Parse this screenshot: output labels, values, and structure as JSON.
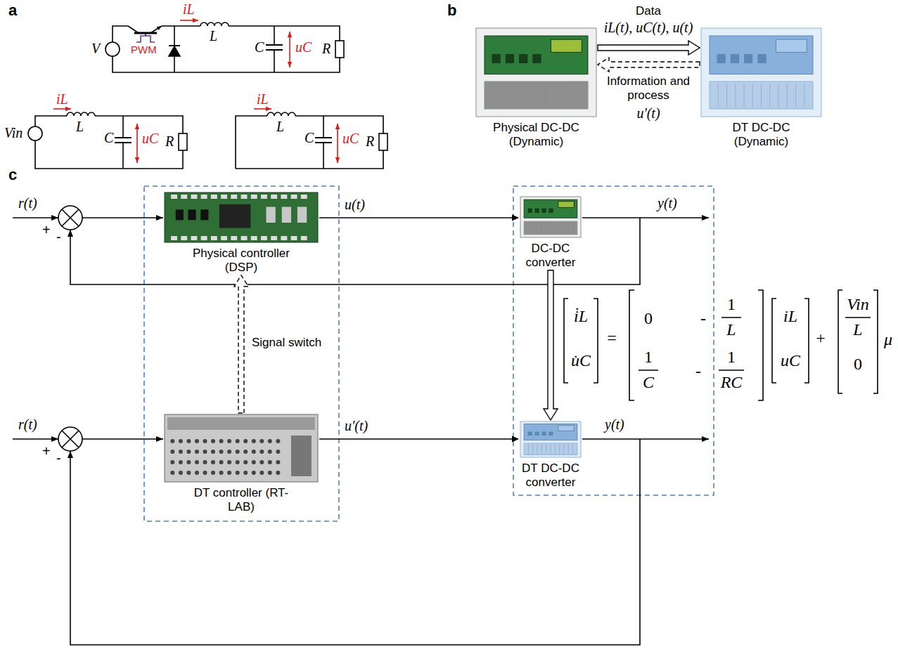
{
  "diagram": {
    "nodes": [
      {
        "text": [
          "Physical DC-DC (Dynamic)"
        ]
      },
      {
        "text": [
          "DT DC-DC (Dynamic)"
        ]
      },
      {
        "text": [
          "Physical controller (DSP)"
        ]
      },
      {
        "text": [
          "DC-DC converter"
        ]
      },
      {
        "text": [
          "DT controller (RT-LAB)"
        ]
      },
      {
        "text": [
          "DT DC-DC converter"
        ]
      }
    ],
    "edges": [
      {
        "from": 0,
        "to": 1,
        "arrow": "to",
        "label": "Data"
      },
      {
        "from": 1,
        "to": 0,
        "arrow": "to",
        "label": "Information and process"
      },
      {
        "from": 2,
        "to": 3,
        "arrow": "to",
        "label": "u(t)"
      },
      {
        "from": 4,
        "to": 5,
        "arrow": "to",
        "label": "u'(t)"
      },
      {
        "from": 4,
        "to": 2,
        "arrow": "to",
        "label": "Signal switch"
      },
      {
        "from": 3,
        "to": 5,
        "arrow": "to"
      }
    ],
    "labels": [
      "a",
      "V",
      "PWM",
      "iL",
      "L",
      "C",
      "uC",
      "R",
      "Vin",
      "iL",
      "L",
      "C",
      "uC",
      "R",
      "iL",
      "L",
      "C",
      "uC",
      "R",
      "b",
      "iL(t), uC(t), u(t)",
      "u'(t)",
      "c",
      "r(t)",
      "+",
      "-",
      "y(t)",
      "r(t)",
      "+",
      "-",
      "y(t)",
      "i̇L",
      "u̇C",
      "=",
      "0",
      "-",
      "1",
      "L",
      "1",
      "C",
      "-",
      "1",
      "RC",
      "iL",
      "uC",
      "+",
      "Vin",
      "L",
      "0",
      "μ"
    ]
  }
}
